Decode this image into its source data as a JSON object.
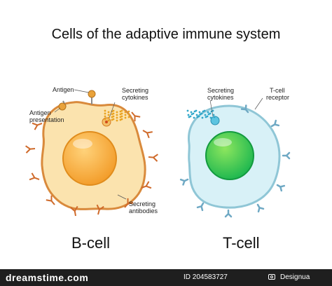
{
  "title": "Cells of the adaptive immune system",
  "b_cell": {
    "name": "B-cell",
    "labels": {
      "antigen": "Antigen",
      "antigen_presentation_1": "Antigen",
      "antigen_presentation_2": "presentation",
      "secreting_cytokines_1": "Secreting",
      "secreting_cytokines_2": "cytokines",
      "secreting_antibodies_1": "Secreting",
      "secreting_antibodies_2": "antibodies"
    },
    "colors": {
      "cytoplasm": "#fbe3ae",
      "membrane": "#d98a3c",
      "nucleus": "#f5a936",
      "antibody": "#cf6a2a",
      "cytokine": "#e9a21f"
    }
  },
  "t_cell": {
    "name": "T-cell",
    "labels": {
      "secreting_cytokines_1": "Secreting",
      "secreting_cytokines_2": "cytokines",
      "receptor_1": "T-cell",
      "receptor_2": "receptor"
    },
    "colors": {
      "cytoplasm": "#d8f1f7",
      "membrane": "#8fc6d6",
      "nucleus": "#35c65a",
      "receptor": "#6fa9c4",
      "cytokine": "#2fa6c9"
    }
  },
  "footer": {
    "logo": "dreamstime.com",
    "image_id": "ID 204583727",
    "author": "Designua"
  }
}
